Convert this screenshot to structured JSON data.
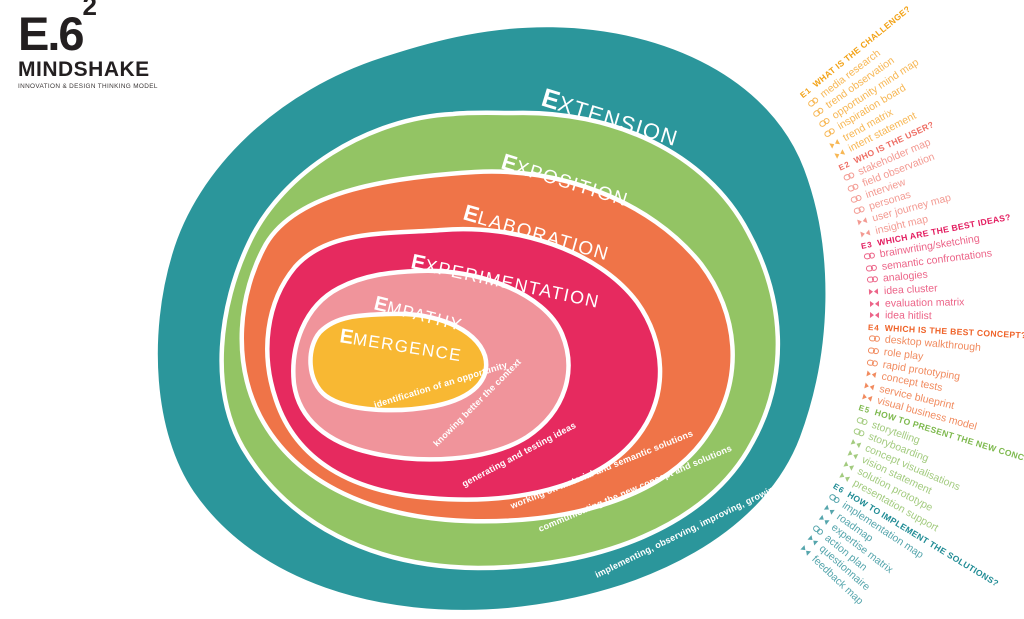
{
  "logo": {
    "brand": "E.6",
    "exponent": "2",
    "name": "MINDSHAKE",
    "tagline": "INNOVATION & DESIGN THINKING MODEL"
  },
  "colors": {
    "outline": "#FFFFFF",
    "logo_ink": "#231F20"
  },
  "rings": [
    {
      "id": "extension",
      "initial": "E",
      "rest": "XTENSION",
      "fill": "#2B969B",
      "phrase": "implementing, observing, improving, growing"
    },
    {
      "id": "exposition",
      "initial": "E",
      "rest": "XPOSITION",
      "fill": "#93C464",
      "phrase": "communicating the new concept and solutions"
    },
    {
      "id": "elaboration",
      "initial": "E",
      "rest": "LABORATION",
      "fill": "#EF7448",
      "phrase": "working on material and semantic solutions"
    },
    {
      "id": "experimentation",
      "initial": "E",
      "rest": "XPERIMENTATION",
      "fill": "#E62A5F",
      "phrase": "generating and testing ideas"
    },
    {
      "id": "empathy",
      "initial": "E",
      "rest": "MPATHY",
      "fill": "#F0949B",
      "phrase": "knowing better the context"
    },
    {
      "id": "emergence",
      "initial": "E",
      "rest": "MERGENCE",
      "fill": "#F8B833",
      "phrase": "identification of an opportunity"
    }
  ],
  "method_fan": {
    "sections": [
      {
        "code": "E1",
        "question": "WHAT IS THE CHALLENGE?",
        "heading_color": "#F2A114",
        "items_color": "#F7B754",
        "items": [
          {
            "icon": "diverge",
            "label": "media research"
          },
          {
            "icon": "diverge",
            "label": "trend observation"
          },
          {
            "icon": "diverge",
            "label": "opportunity mind map"
          },
          {
            "icon": "diverge",
            "label": "inspiration board"
          },
          {
            "icon": "converge",
            "label": "trend matrix"
          },
          {
            "icon": "converge",
            "label": "intent statement"
          }
        ]
      },
      {
        "code": "E2",
        "question": "WHO IS THE USER?",
        "heading_color": "#EE6E64",
        "items_color": "#F39A92",
        "items": [
          {
            "icon": "diverge",
            "label": "stakeholder map"
          },
          {
            "icon": "diverge",
            "label": "field observation"
          },
          {
            "icon": "diverge",
            "label": "interview"
          },
          {
            "icon": "diverge",
            "label": "personas"
          },
          {
            "icon": "converge",
            "label": "user journey map"
          },
          {
            "icon": "converge",
            "label": "insight map"
          }
        ]
      },
      {
        "code": "E3",
        "question": "WHICH ARE THE BEST IDEAS?",
        "heading_color": "#E31C5F",
        "items_color": "#EC6488",
        "items": [
          {
            "icon": "diverge",
            "label": "brainwriting/sketching"
          },
          {
            "icon": "diverge",
            "label": "semantic confrontations"
          },
          {
            "icon": "diverge",
            "label": "analogies"
          },
          {
            "icon": "converge",
            "label": "idea cluster"
          },
          {
            "icon": "converge",
            "label": "evaluation matrix"
          },
          {
            "icon": "converge",
            "label": "idea hitlist"
          }
        ]
      },
      {
        "code": "E4",
        "question": "WHICH IS THE BEST CONCEPT?",
        "heading_color": "#EF6329",
        "items_color": "#F18B5F",
        "items": [
          {
            "icon": "diverge",
            "label": "desktop walkthrough"
          },
          {
            "icon": "diverge",
            "label": "role play"
          },
          {
            "icon": "diverge",
            "label": "rapid prototyping"
          },
          {
            "icon": "converge",
            "label": "concept tests"
          },
          {
            "icon": "converge",
            "label": "service blueprint"
          },
          {
            "icon": "converge",
            "label": "visual business model"
          }
        ]
      },
      {
        "code": "E5",
        "question": "HOW TO PRESENT THE NEW CONCEPT?",
        "heading_color": "#7EB94E",
        "items_color": "#A3CB7F",
        "items": [
          {
            "icon": "diverge",
            "label": "storytelling"
          },
          {
            "icon": "diverge",
            "label": "storyboarding"
          },
          {
            "icon": "converge",
            "label": "concept visualisations"
          },
          {
            "icon": "converge",
            "label": "vision statement"
          },
          {
            "icon": "converge",
            "label": "solution prototype"
          },
          {
            "icon": "converge",
            "label": "presentation support"
          }
        ]
      },
      {
        "code": "E6",
        "question": "HOW TO IMPLEMENT THE SOLUTIONS?",
        "heading_color": "#1F8B94",
        "items_color": "#55A5AC",
        "items": [
          {
            "icon": "diverge",
            "label": "implementation map"
          },
          {
            "icon": "converge",
            "label": "roadmap"
          },
          {
            "icon": "converge",
            "label": "expertise matrix"
          },
          {
            "icon": "diverge",
            "label": "action plan"
          },
          {
            "icon": "converge",
            "label": "questionnaire"
          },
          {
            "icon": "converge",
            "label": "feedback map"
          }
        ]
      }
    ]
  }
}
